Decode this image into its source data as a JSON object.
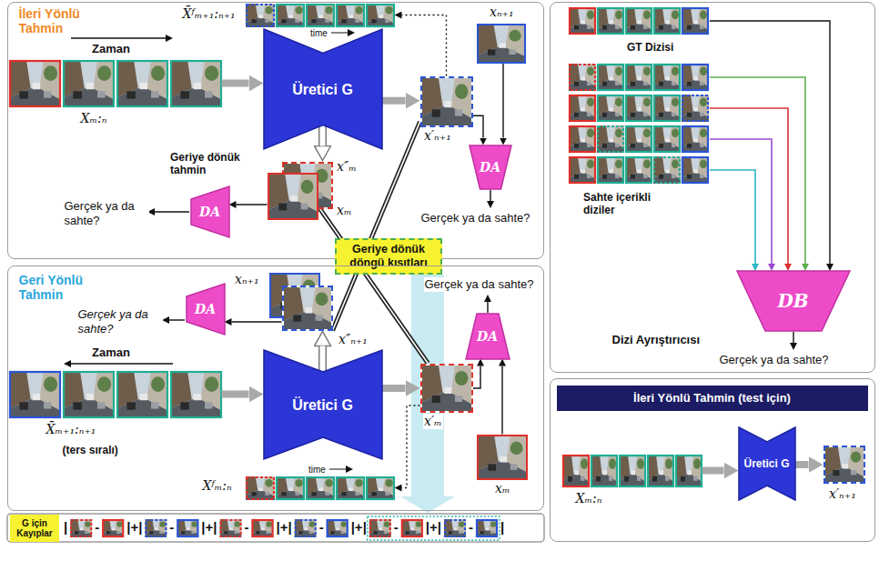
{
  "diagram": {
    "nodes": [
      {
        "text": [
          "İleri Yönlü Tahmin"
        ]
      },
      {
        "text": [
          "Xₘ:ₙ"
        ],
        "in": 0
      },
      {
        "text": [
          "Üretici G"
        ],
        "in": 0
      },
      {
        "text": [
          "X̄ᶠₘ₊₁:ₙ₊₁"
        ],
        "in": 0
      },
      {
        "text": [
          "xₙ₊₁"
        ],
        "in": 0
      },
      {
        "text": [
          "x′ₙ₊₁"
        ],
        "in": 0
      },
      {
        "text": [
          "DA",
          "Gerçek ya da sahte?"
        ],
        "in": 0
      },
      {
        "text": [
          "x″ₘ"
        ],
        "in": 0
      },
      {
        "text": [
          "xₘ"
        ],
        "in": 0
      },
      {
        "text": [
          "DA",
          "Gerçek ya da sahte?"
        ],
        "in": 0
      },
      {
        "text": [
          "Geriye dönük döngü kısıtları"
        ]
      },
      {
        "text": [
          "Geri Yönlü Tahmin"
        ]
      },
      {
        "text": [
          "xₙ₊₁"
        ],
        "in": 11
      },
      {
        "text": [
          "x″ₙ₊₁"
        ],
        "in": 11
      },
      {
        "text": [
          "DA",
          "Gerçek ya da sahte?"
        ],
        "in": 11
      },
      {
        "text": [
          "DA",
          "Gerçek ya da sahte?"
        ],
        "in": 11
      },
      {
        "text": [
          "X̄ₘ₊₁:ₙ₊₁",
          "(ters sıralı)"
        ],
        "in": 11
      },
      {
        "text": [
          "Üretici G"
        ],
        "in": 11
      },
      {
        "text": [
          "x′ₘ"
        ],
        "in": 11
      },
      {
        "text": [
          "xₘ"
        ],
        "in": 11
      },
      {
        "text": [
          "Xᶠₘ:ₙ"
        ],
        "in": 11
      },
      {
        "text": [
          "G için Kayıplar"
        ]
      },
      {
        "text": [
          "Dizi Ayrıştırıcısı"
        ]
      },
      {
        "text": [
          "DB",
          "Gerçek ya da sahte?"
        ],
        "in": 22
      },
      {
        "text": [
          "İleri Yönlü Tahmin (test için)"
        ]
      },
      {
        "text": [
          "Xₘ:ₙ"
        ],
        "in": 24
      },
      {
        "text": [
          "Üretici G"
        ],
        "in": 24
      },
      {
        "text": [
          "x′ₙ₊₁"
        ],
        "in": 24
      }
    ],
    "edges": [
      {
        "from": 1,
        "to": 2,
        "arrow": "to"
      },
      {
        "from": 2,
        "to": 5,
        "arrow": "to"
      },
      {
        "from": 5,
        "to": 3,
        "arrow": "to"
      },
      {
        "from": 5,
        "to": 6,
        "arrow": "to"
      },
      {
        "from": 4,
        "to": 6,
        "arrow": "to"
      },
      {
        "from": 2,
        "to": 7,
        "arrow": "to"
      },
      {
        "from": 8,
        "to": 9,
        "arrow": "to"
      },
      {
        "from": 5,
        "to": 13,
        "arrow": "none"
      },
      {
        "from": 7,
        "to": 18,
        "arrow": "none"
      },
      {
        "from": 16,
        "to": 17,
        "arrow": "to"
      },
      {
        "from": 17,
        "to": 18,
        "arrow": "to"
      },
      {
        "from": 18,
        "to": 20,
        "arrow": "to"
      },
      {
        "from": 18,
        "to": 15,
        "arrow": "to"
      },
      {
        "from": 19,
        "to": 15,
        "arrow": "to"
      },
      {
        "from": 17,
        "to": 13,
        "arrow": "to"
      },
      {
        "from": 13,
        "to": 14,
        "arrow": "to"
      },
      {
        "from": 25,
        "to": 26,
        "arrow": "to"
      },
      {
        "from": 26,
        "to": 27,
        "arrow": "to"
      }
    ],
    "labels": [
      "Zaman",
      "time",
      "Geriye dönük tahmin",
      "Zaman",
      "time",
      "GT Dizisi",
      "Sahte içerikli diziler",
      "|",
      "-",
      "|+|",
      "-",
      "|+|",
      "-",
      "|+|",
      "-",
      "|+|",
      "-",
      "|+|",
      "-",
      "|"
    ]
  }
}
